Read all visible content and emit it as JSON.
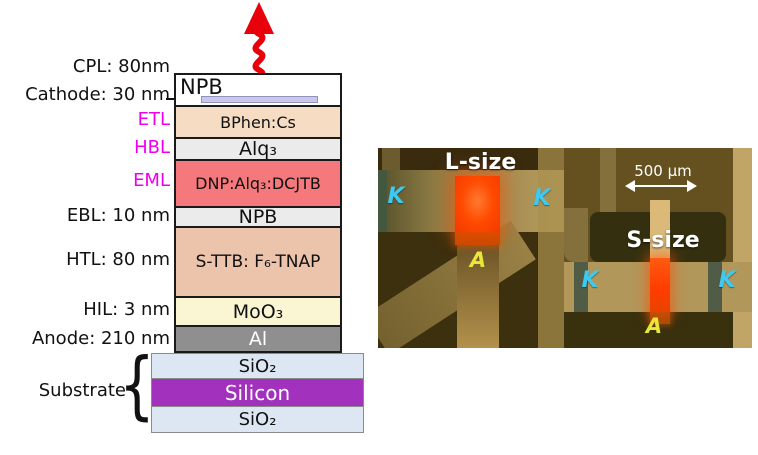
{
  "stack": {
    "side_labels": [
      {
        "text": "CPL: 80nm"
      },
      {
        "text": "Cathode: 30 nm"
      },
      {
        "text": "ETL"
      },
      {
        "text": "HBL"
      },
      {
        "text": "EML"
      },
      {
        "text": "EBL: 10 nm"
      },
      {
        "text": "HTL: 80 nm"
      },
      {
        "text": "HIL: 3 nm"
      },
      {
        "text": "Anode: 210 nm"
      },
      {
        "text": "Substrate"
      }
    ],
    "layers": [
      {
        "role": "CPL",
        "material": "NPB",
        "color": "#FFFFFF"
      },
      {
        "role": "ETL",
        "material": "BPhen:Cs",
        "color": "#F5DCC3"
      },
      {
        "role": "HBL",
        "material": "Alq₃",
        "color": "#EBEBEB"
      },
      {
        "role": "EML",
        "material": "DNP:Alq₃:DCJTB",
        "color": "#F5797C"
      },
      {
        "role": "EBL",
        "material": "NPB",
        "color": "#EBEBEB"
      },
      {
        "role": "HTL",
        "material": "S-TTB: F₆-TNAP",
        "color": "#ECC3AB"
      },
      {
        "role": "HIL",
        "material": "MoO₃",
        "color": "#FAF5D2"
      },
      {
        "role": "Anode",
        "material": "Al",
        "color": "#8F8F8F"
      }
    ],
    "cathode_layer_color": "#C7C8EA",
    "substrate_layers": [
      {
        "material": "SiO₂",
        "color": "#DCE7F3"
      },
      {
        "material": "Silicon",
        "color": "#A232BE"
      },
      {
        "material": "SiO₂",
        "color": "#DCE7F3"
      }
    ],
    "brace_glyph": "{",
    "emission_arrow_color": "#E8000B",
    "accent_magenta": "#EE00EE"
  },
  "micro": {
    "l_label": "L-size",
    "s_label": "S-size",
    "scale_label": "500 μm",
    "k_marker": "K",
    "a_marker": "A",
    "k_color": "#3FC8F0",
    "a_color": "#E8E838",
    "emission_color": "#FF4500"
  }
}
